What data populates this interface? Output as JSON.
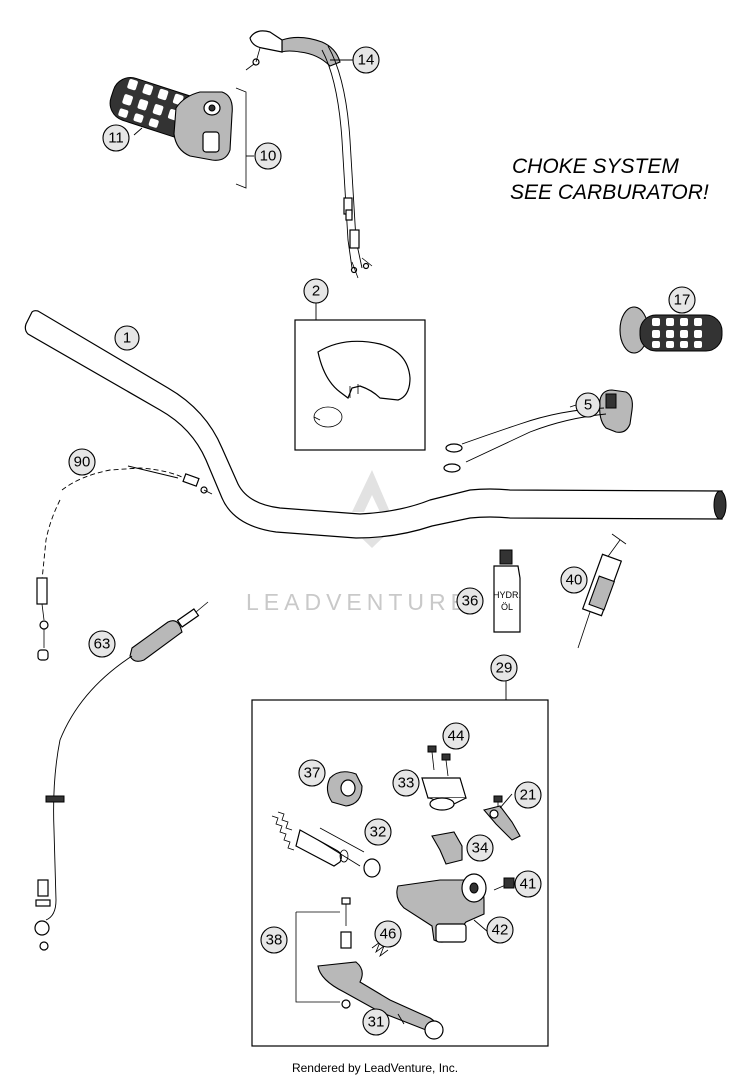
{
  "note": {
    "line1": "CHOKE SYSTEM",
    "line2": "SEE CARBURATOR!"
  },
  "watermark": "LEADVENTURE",
  "footer": "Rendered by LeadVenture, Inc.",
  "oil_bottle": {
    "line1": "HYDR.",
    "line2": "ÖL"
  },
  "callouts": {
    "c1": "1",
    "c2": "2",
    "c5": "5",
    "c10": "10",
    "c11": "11",
    "c14": "14",
    "c17": "17",
    "c21": "21",
    "c29": "29",
    "c31": "31",
    "c32": "32",
    "c33": "33",
    "c34": "34",
    "c36": "36",
    "c37": "37",
    "c38": "38",
    "c40": "40",
    "c41": "41",
    "c42": "42",
    "c44": "44",
    "c46": "46",
    "c63": "63",
    "c90": "90"
  }
}
